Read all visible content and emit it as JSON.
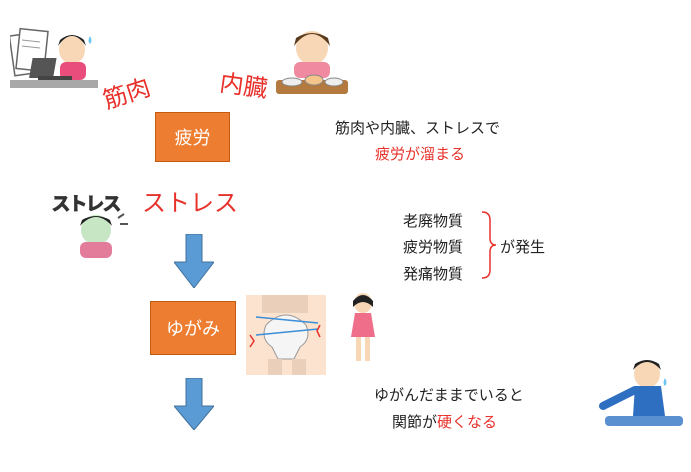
{
  "labels": {
    "muscle": "筋肉",
    "organs": "内臓",
    "stress_big": "ストレス",
    "stress_illust": "ストレス"
  },
  "boxes": {
    "fatigue": "疲労",
    "distortion": "ゆがみ"
  },
  "notes": {
    "accumulate_line1": "筋肉や内臓、ストレスで",
    "accumulate_line2": "疲労が溜まる",
    "substances": [
      "老廃物質",
      "疲労物質",
      "発痛物質"
    ],
    "occur": "が発生",
    "stiff_line1": "ゆがんだままでいると",
    "stiff_prefix": "関節が",
    "stiff_highlight": "硬くなる"
  },
  "colors": {
    "box_fill": "#ed7d31",
    "arrow_fill": "#5b9bd5",
    "accent_red": "#e8312b"
  }
}
